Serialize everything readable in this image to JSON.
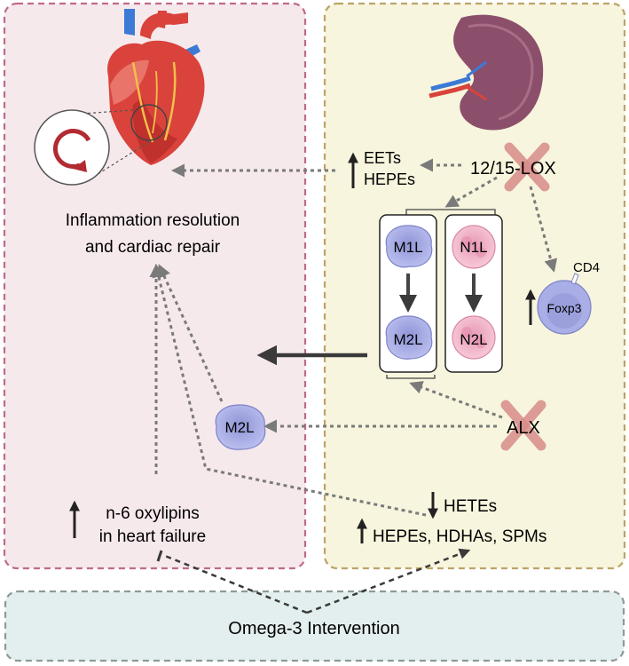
{
  "left_panel": {
    "title_line1": "Inflammation resolution",
    "title_line2": "and cardiac repair",
    "n6_line1": "n-6 oxylipins",
    "n6_line2": "in heart failure"
  },
  "right_panel": {
    "eets": "EETs",
    "hepes": "HEPEs",
    "lox": "12/15-LOX",
    "cells": {
      "m1l": "M1L",
      "m2l": "M2L",
      "n1l": "N1L",
      "n2l": "N2L",
      "m2l_free": "M2L"
    },
    "cd4": "CD4",
    "foxp3": "Foxp3",
    "alx": "ALX",
    "hetes": "HETEs",
    "hepes_hdhas_spms": "HEPEs, HDHAs, SPMs"
  },
  "bottom": {
    "intervention": "Omega-3 Intervention"
  },
  "colors": {
    "left_bg": "#f6e9ec",
    "left_border": "#c0698a",
    "right_bg": "#f7f5dd",
    "right_border": "#bba466",
    "bottom_bg": "#e3efee",
    "bottom_border": "#8e9a98",
    "macrophage": "#a9aee6",
    "neutrophil": "#f2b8cc",
    "x_mark": "#d98c8a",
    "arrow_gray": "#7a7a7a"
  }
}
